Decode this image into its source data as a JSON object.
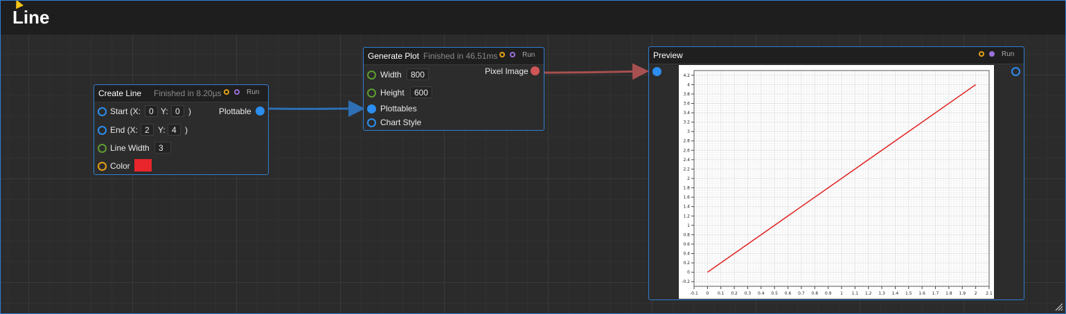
{
  "window": {
    "title": "Line"
  },
  "create_line": {
    "title": "Create Line",
    "status": "Finished in 8.20µs",
    "run_label": "Run",
    "start_label": "Start (X:",
    "start_x": "0",
    "y_label": "Y:",
    "start_y": "0",
    "close_paren": ")",
    "end_label": "End (X:",
    "end_x": "2",
    "end_y": "4",
    "line_width_label": "Line Width",
    "line_width": "3",
    "color_label": "Color",
    "color_value": "#e8262b",
    "output_label": "Plottable"
  },
  "generate_plot": {
    "title": "Generate Plot",
    "status": "Finished in 46.51ms",
    "run_label": "Run",
    "width_label": "Width",
    "width": "800",
    "height_label": "Height",
    "height": "600",
    "plottables_label": "Plottables",
    "chart_style_label": "Chart Style",
    "output_label": "Pixel Image"
  },
  "preview": {
    "title": "Preview",
    "run_label": "Run"
  },
  "colors": {
    "accent": "#2f7fd6",
    "line": "#e02b2b",
    "port_blue": "#2c8ef0",
    "port_green": "#5e9e31",
    "port_orange": "#e6a016",
    "port_purple": "#9b6fd8",
    "port_red": "#d05656"
  },
  "chart_data": {
    "type": "line",
    "series": [
      {
        "x": [
          0,
          2
        ],
        "y": [
          0,
          4
        ],
        "color": "#e02b2b"
      }
    ],
    "xlim": [
      -0.1,
      2.1
    ],
    "ylim": [
      -0.3,
      4.3
    ],
    "xticks": [
      "-0.1",
      "0",
      "0.1",
      "0.2",
      "0.3",
      "0.4",
      "0.5",
      "0.6",
      "0.7",
      "0.8",
      "0.9",
      "1",
      "1.1",
      "1.2",
      "1.3",
      "1.4",
      "1.5",
      "1.6",
      "1.7",
      "1.8",
      "1.9",
      "2",
      "2.1"
    ],
    "yticks": [
      "-0.2",
      "0",
      "0.2",
      "0.4",
      "0.6",
      "0.8",
      "1",
      "1.2",
      "1.4",
      "1.6",
      "1.8",
      "2",
      "2.2",
      "2.4",
      "2.6",
      "2.8",
      "3",
      "3.2",
      "3.4",
      "3.6",
      "3.8",
      "4",
      "4.2"
    ],
    "grid": true
  }
}
